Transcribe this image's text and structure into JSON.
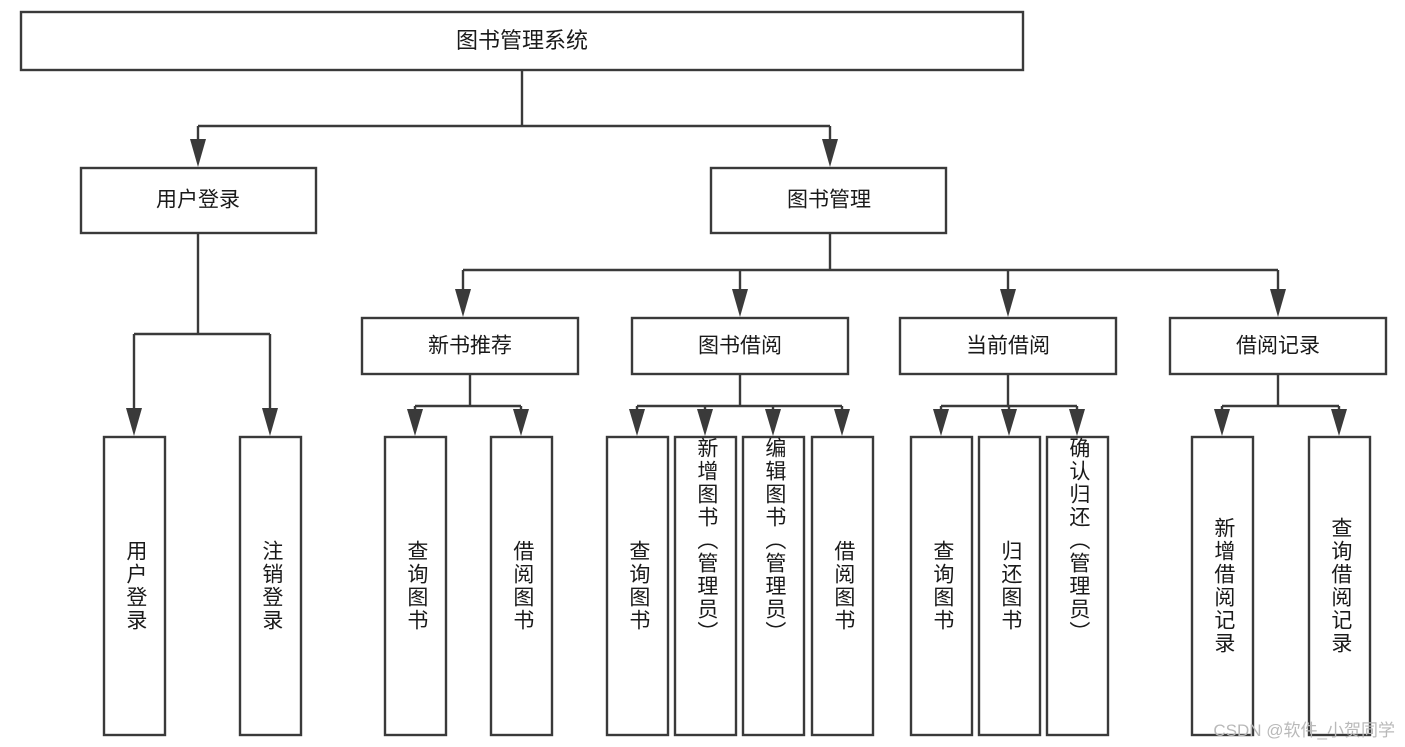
{
  "diagram": {
    "type": "tree-hierarchy",
    "title": "图书管理系统",
    "watermark": "CSDN @软件_小贺同学",
    "colors": {
      "stroke": "#3a3a3a",
      "background": "#ffffff",
      "text": "#1a1a1a",
      "watermark": "#b9b9b9"
    },
    "root": {
      "label": "图书管理系统"
    },
    "level1": [
      {
        "id": "user-login",
        "label": "用户登录"
      },
      {
        "id": "book-management",
        "label": "图书管理"
      }
    ],
    "level2": [
      {
        "id": "new-book-recommend",
        "label": "新书推荐"
      },
      {
        "id": "book-borrow",
        "label": "图书借阅"
      },
      {
        "id": "current-borrow",
        "label": "当前借阅"
      },
      {
        "id": "borrow-record",
        "label": "借阅记录"
      }
    ],
    "leaves": {
      "user_login": [
        {
          "id": "leaf-user-login",
          "label": "用户登录"
        },
        {
          "id": "leaf-logout",
          "label": "注销登录"
        }
      ],
      "new_book_recommend": [
        {
          "id": "leaf-query-book-1",
          "label": "查询图书"
        },
        {
          "id": "leaf-borrow-book-1",
          "label": "借阅图书"
        }
      ],
      "book_borrow": [
        {
          "id": "leaf-query-book-2",
          "label": "查询图书"
        },
        {
          "id": "leaf-add-book",
          "label": "新增图书（管理员）"
        },
        {
          "id": "leaf-edit-book",
          "label": "编辑图书（管理员）"
        },
        {
          "id": "leaf-borrow-book-2",
          "label": "借阅图书"
        }
      ],
      "current_borrow": [
        {
          "id": "leaf-query-book-3",
          "label": "查询图书"
        },
        {
          "id": "leaf-return-book",
          "label": "归还图书"
        },
        {
          "id": "leaf-confirm-return",
          "label": "确认归还（管理员）"
        }
      ],
      "borrow_record": [
        {
          "id": "leaf-add-record",
          "label": "新增借阅记录"
        },
        {
          "id": "leaf-query-record",
          "label": "查询借阅记录"
        }
      ]
    }
  }
}
